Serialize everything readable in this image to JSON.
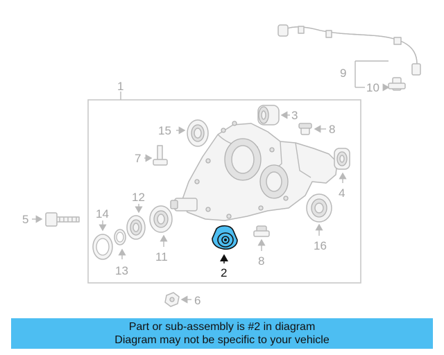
{
  "callouts": {
    "c1": "1",
    "c2": "2",
    "c3": "3",
    "c4": "4",
    "c5": "5",
    "c6": "6",
    "c7": "7",
    "c8a": "8",
    "c8b": "8",
    "c9": "9",
    "c10": "10",
    "c11": "11",
    "c12": "12",
    "c13": "13",
    "c14": "14",
    "c15": "15",
    "c16": "16"
  },
  "highlight": {
    "part": "2",
    "color": "#4dbef2"
  },
  "banner": {
    "line1": "Part or sub-assembly is #2 in diagram",
    "line2": "Diagram may not be specific to your vehicle",
    "color": "#4dbef2"
  }
}
